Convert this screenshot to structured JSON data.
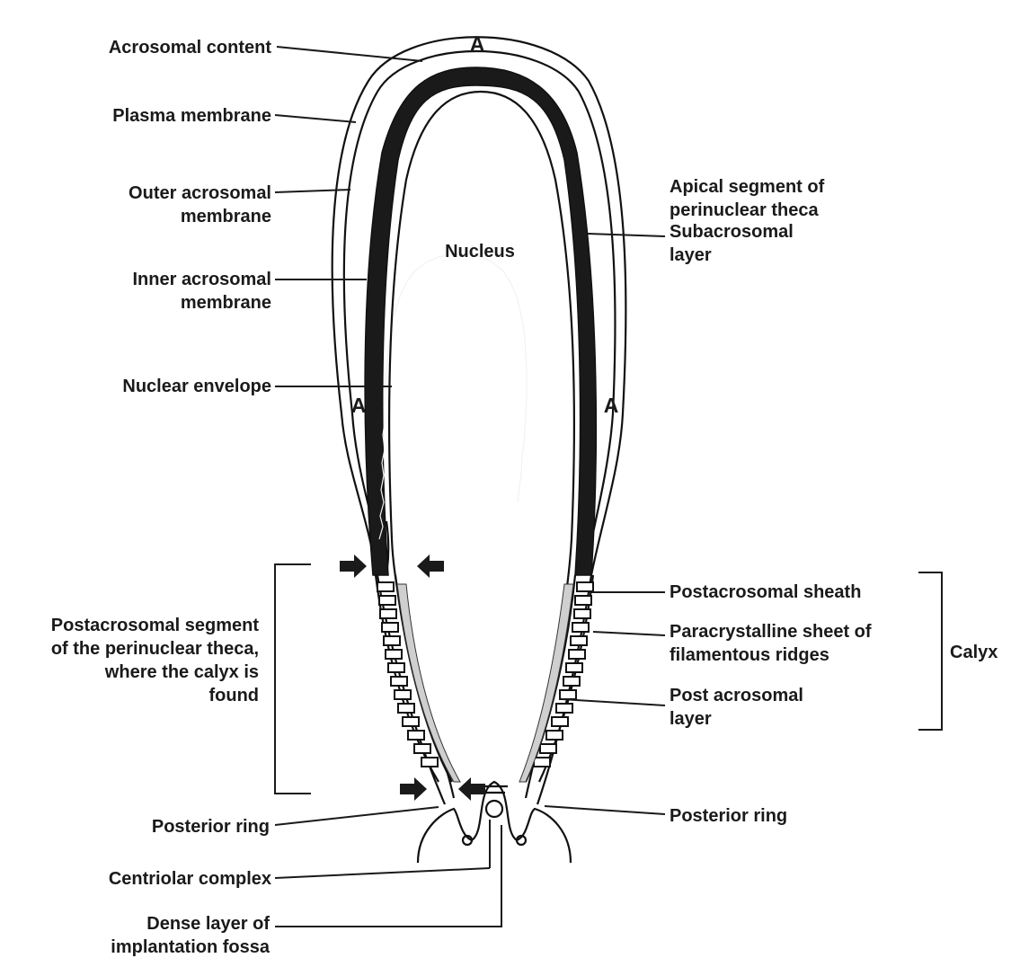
{
  "labels": {
    "acrosomal_content": "Acrosomal content",
    "plasma_membrane": "Plasma membrane",
    "outer_acrosomal_1": "Outer acrosomal",
    "outer_acrosomal_2": "membrane",
    "inner_acrosomal_1": "Inner acrosomal",
    "inner_acrosomal_2": "membrane",
    "nuclear_envelope": "Nuclear envelope",
    "postacrosomal_segment_1": "Postacrosomal segment",
    "postacrosomal_segment_2": "of the perinuclear theca,",
    "postacrosomal_segment_3": "where the calyx is",
    "postacrosomal_segment_4": "found",
    "posterior_ring_left": "Posterior ring",
    "centriolar_complex": "Centriolar complex",
    "dense_layer_1": "Dense layer of",
    "dense_layer_2": "implantation fossa",
    "apical_segment_1": "Apical segment of",
    "apical_segment_2": "perinuclear theca",
    "subacrosomal_1": "Subacrosomal",
    "subacrosomal_2": "layer",
    "nucleus": "Nucleus",
    "postacrosomal_sheath": "Postacrosomal sheath",
    "paracrystalline_1": "Paracrystalline sheet of",
    "paracrystalline_2": "filamentous ridges",
    "post_acrosomal_layer_1": "Post acrosomal",
    "post_acrosomal_layer_2": "layer",
    "posterior_ring_right": "Posterior ring",
    "calyx": "Calyx",
    "acrosome_top": "A",
    "acrosome_left": "A",
    "acrosome_right": "A"
  }
}
